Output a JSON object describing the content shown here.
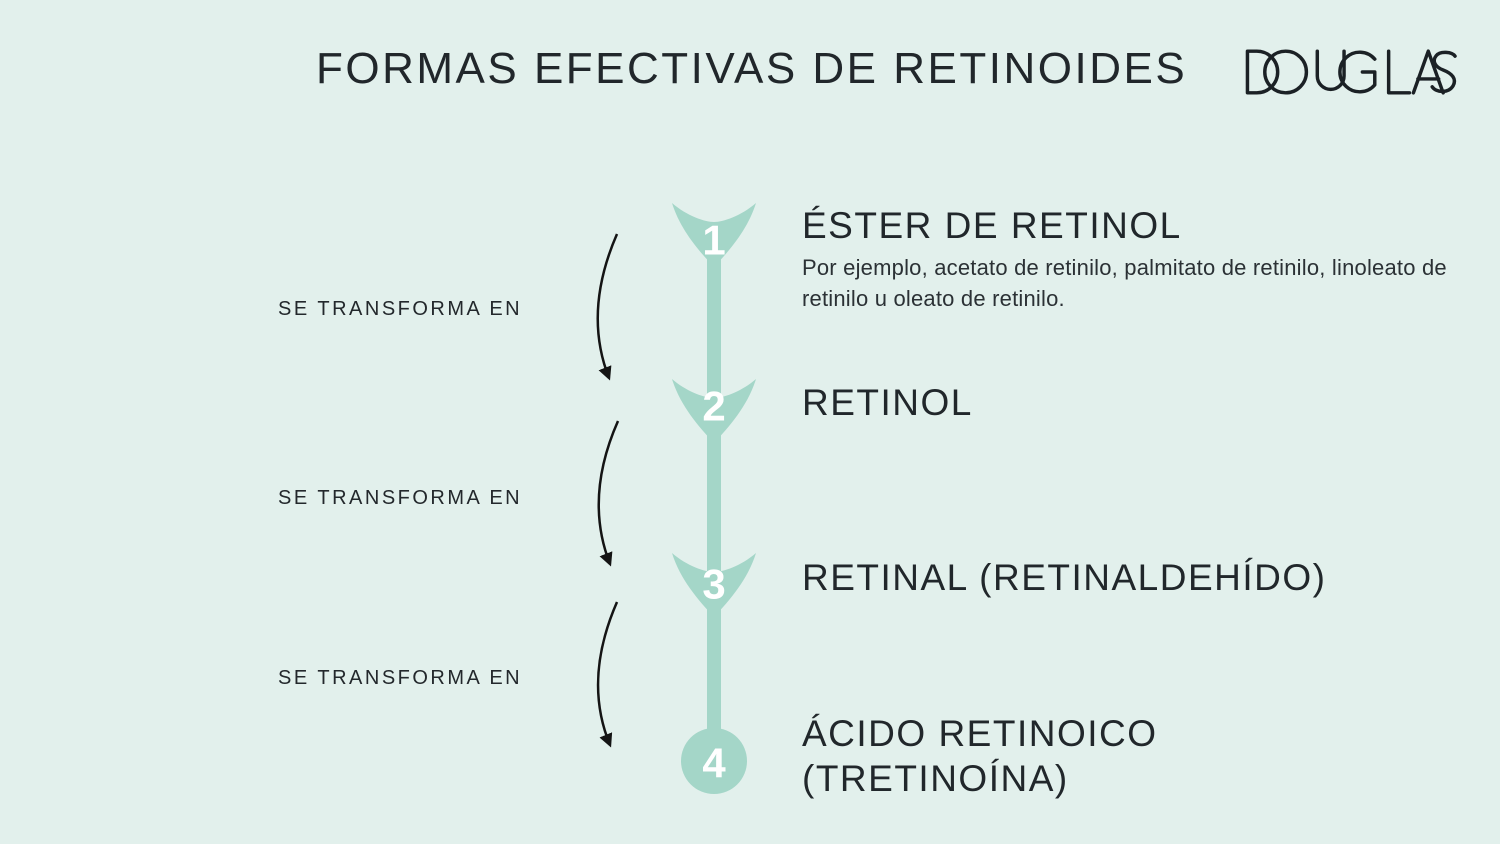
{
  "header": {
    "title": "FORMAS EFECTIVAS DE RETINOIDES",
    "brand": "DOUGLAS"
  },
  "colors": {
    "background": "#e2f0ec",
    "accent_mint": "#a4d6c8",
    "heading_text": "#21272b",
    "body_text": "#2b3135",
    "connector_black": "#141414",
    "step_number_white": "#ffffff"
  },
  "steps": [
    {
      "number": "1",
      "title": "ÉSTER DE RETINOL",
      "description": "Por ejemplo, acetato de retinilo, palmitato de retinilo, linoleato de retinilo u oleato de retinilo.",
      "marker": "arrowhead-down-icon"
    },
    {
      "number": "2",
      "title": "RETINOL",
      "description": "",
      "marker": "arrowhead-down-icon"
    },
    {
      "number": "3",
      "title": "RETINAL (RETINALDEHÍDO)",
      "description": "",
      "marker": "arrowhead-down-icon"
    },
    {
      "number": "4",
      "title": "ÁCIDO RETINOICO (TRETINOÍNA)",
      "description": "",
      "marker": "circle-icon"
    }
  ],
  "connectors": [
    {
      "label": "SE TRANSFORMA EN"
    },
    {
      "label": "SE TRANSFORMA EN"
    },
    {
      "label": "SE TRANSFORMA EN"
    }
  ]
}
